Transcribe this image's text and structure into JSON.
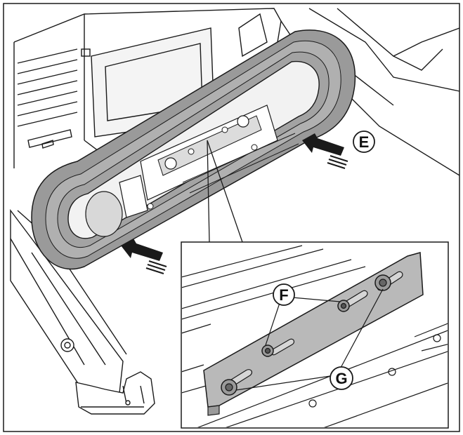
{
  "callouts": {
    "e": "E",
    "f": "F",
    "g": "G"
  },
  "colors": {
    "line": "#1a1a1a",
    "belt_gray": "#9a9a9a",
    "belt_dark": "#7c7c7c",
    "plate_gray": "#b9b9b9",
    "paper": "#ffffff"
  }
}
